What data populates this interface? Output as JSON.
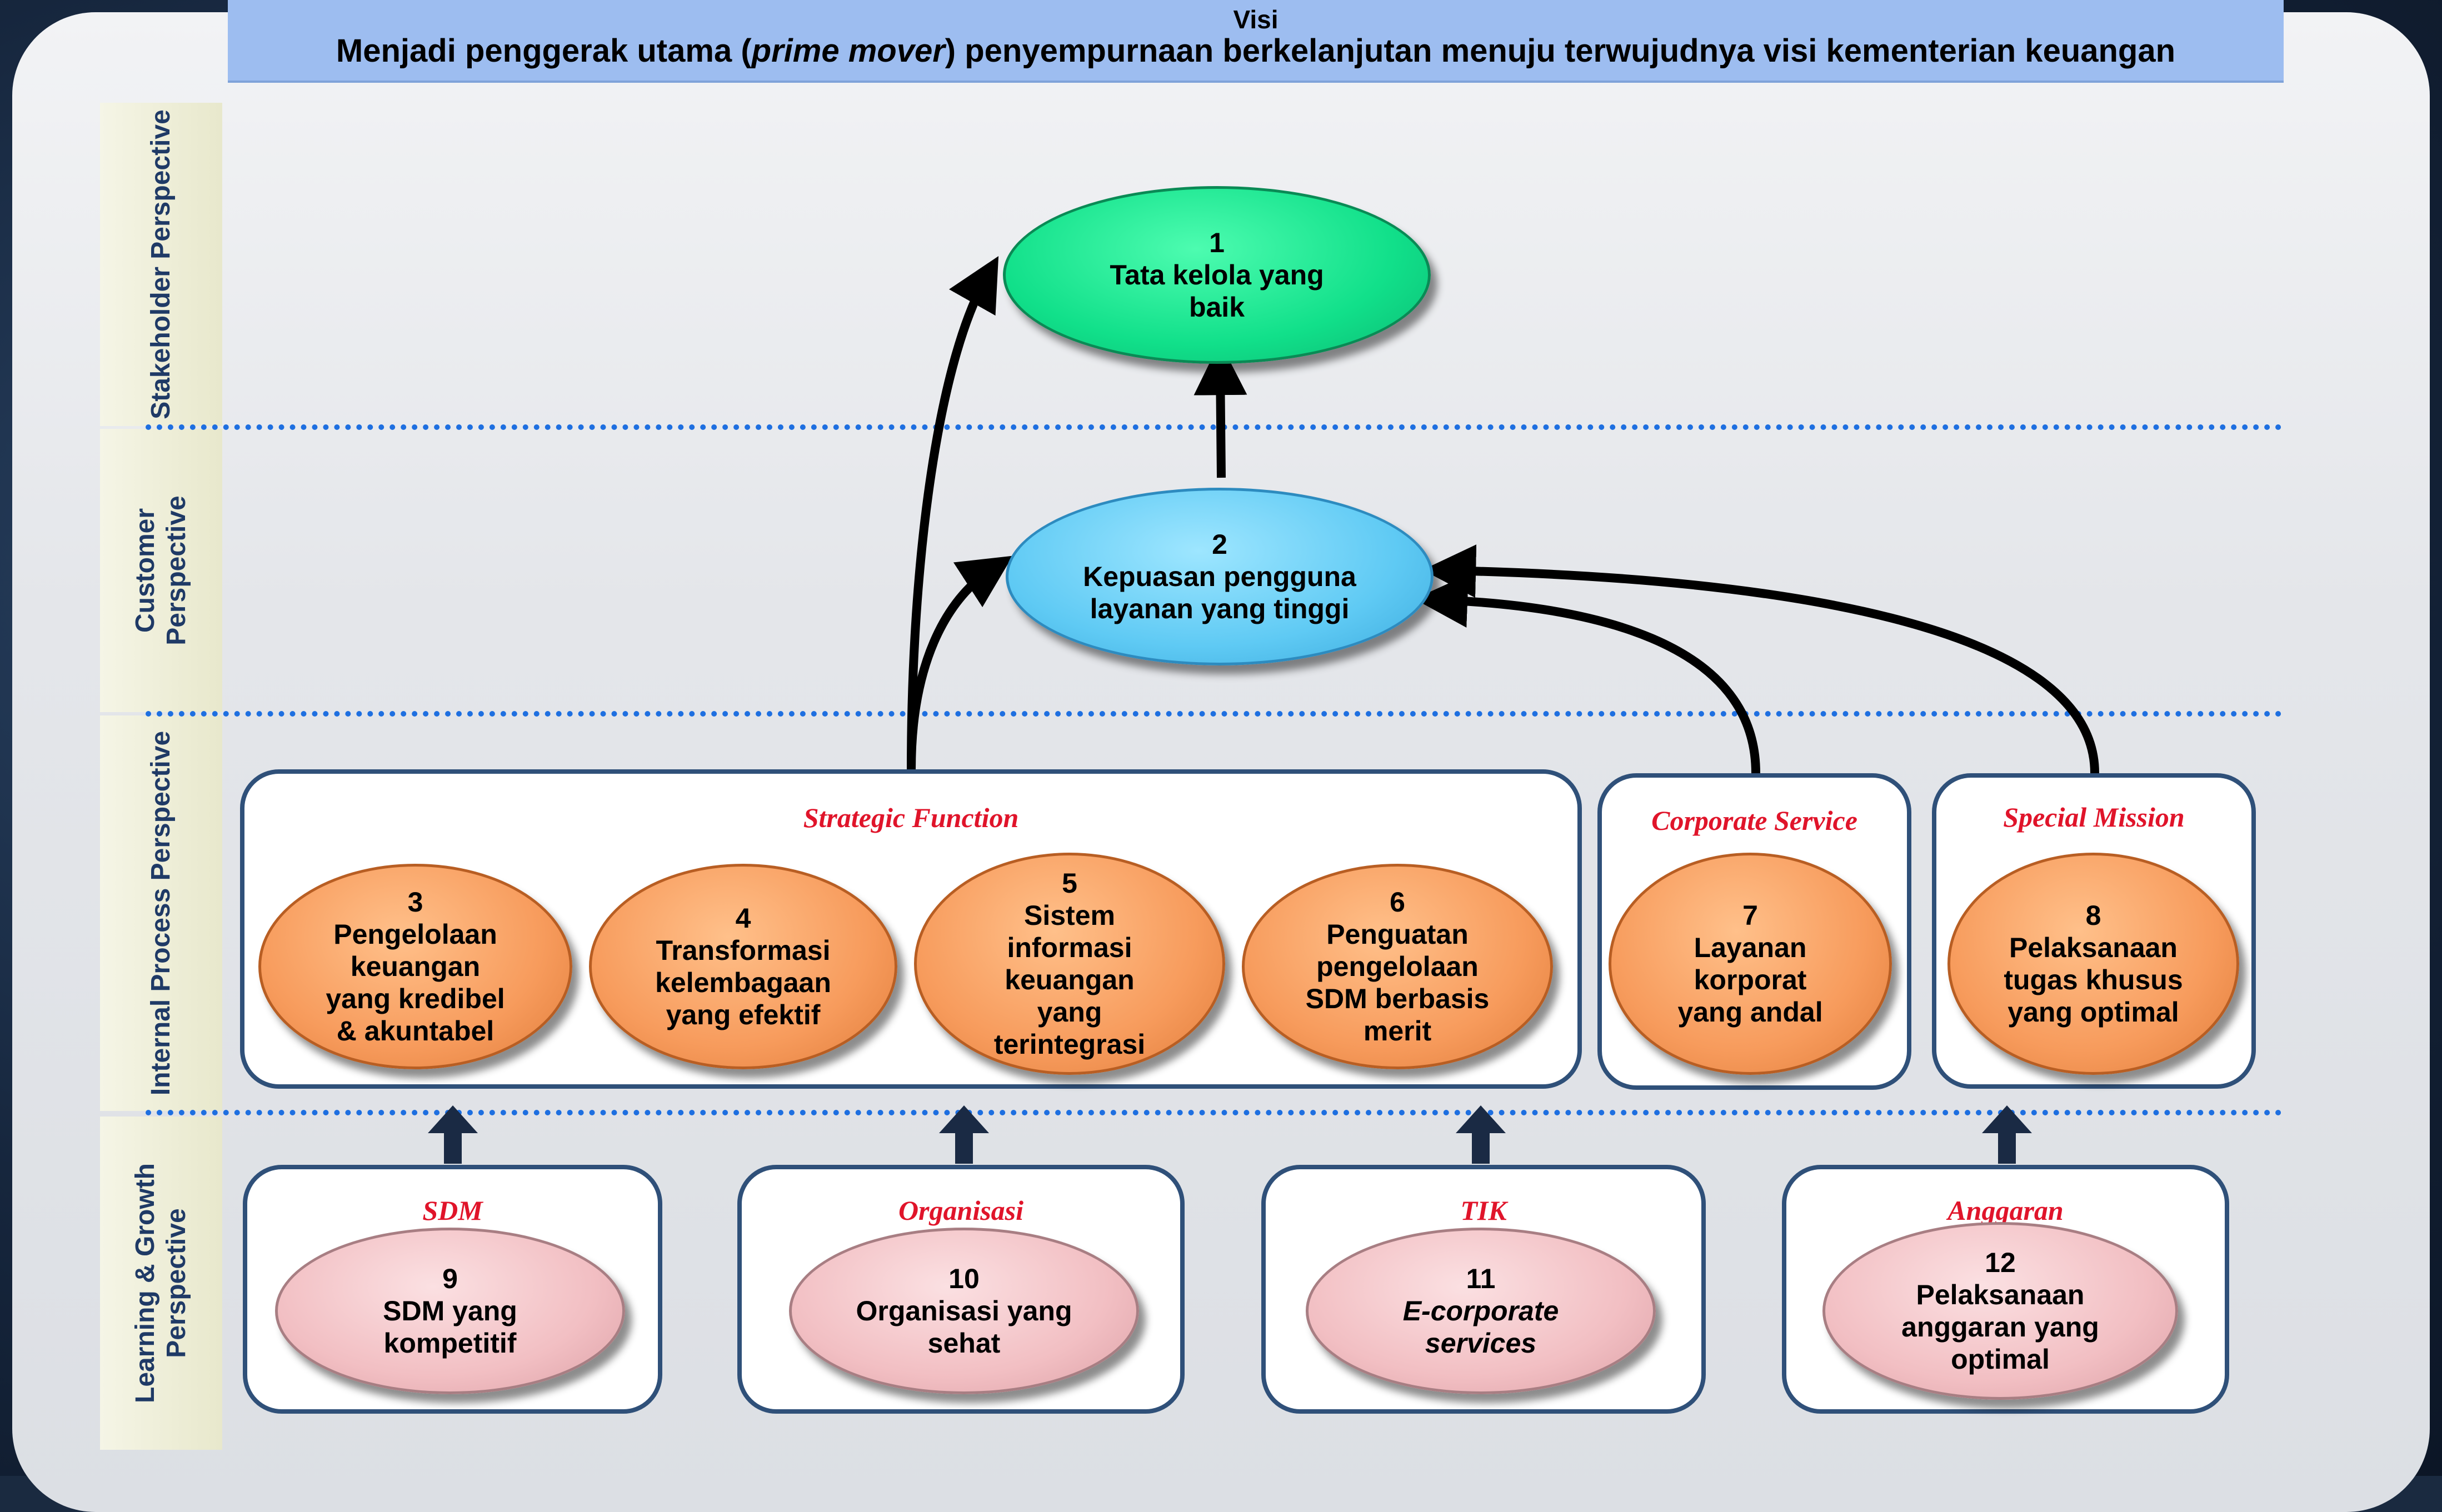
{
  "visi": {
    "label": "Visi",
    "text_before": "Menjadi penggerak utama  (",
    "text_italic": "prime mover",
    "text_after": ") penyempurnaan berkelanjutan menuju terwujudnya visi kementerian keuangan"
  },
  "perspectives": {
    "stakeholder": "Stakeholder Perspective",
    "customer_1": "Customer",
    "customer_2": "Perspective",
    "internal": "Internal Process Perspective",
    "learning_1": "Learning & Growth",
    "learning_2": "Perspective"
  },
  "groups": {
    "strategic": "Strategic Function",
    "corporate": "Corporate Service",
    "special": "Special Mission",
    "sdm": "SDM",
    "organisasi": "Organisasi",
    "tik": "TIK",
    "anggaran": "Anggaran"
  },
  "objectives": [
    {
      "num": "1",
      "lines": [
        "Tata kelola yang",
        "baik"
      ]
    },
    {
      "num": "2",
      "lines": [
        "Kepuasan pengguna",
        "layanan yang tinggi"
      ]
    },
    {
      "num": "3",
      "lines": [
        "Pengelolaan",
        "keuangan",
        "yang kredibel",
        "& akuntabel"
      ]
    },
    {
      "num": "4",
      "lines": [
        "Transformasi",
        "kelembagaan",
        "yang efektif"
      ]
    },
    {
      "num": "5",
      "lines": [
        "Sistem",
        "informasi",
        "keuangan",
        "yang",
        "terintegrasi"
      ]
    },
    {
      "num": "6",
      "lines": [
        "Penguatan",
        "pengelolaan",
        "SDM berbasis",
        "merit"
      ]
    },
    {
      "num": "7",
      "lines": [
        "Layanan",
        "korporat",
        "yang andal"
      ]
    },
    {
      "num": "8",
      "lines": [
        "Pelaksanaan",
        "tugas khusus",
        "yang optimal"
      ]
    },
    {
      "num": "9",
      "lines": [
        "SDM yang",
        "kompetitif"
      ]
    },
    {
      "num": "10",
      "lines": [
        "Organisasi yang",
        "sehat"
      ]
    },
    {
      "num": "11",
      "lines": [
        "E-corporate",
        "services"
      ]
    },
    {
      "num": "12",
      "lines": [
        "Pelaksanaan",
        "anggaran yang",
        "optimal"
      ]
    }
  ],
  "colors": {
    "green": "#11e08a",
    "blue": "#5fcaf4",
    "orange": "#f79b5c",
    "pink": "#f2bfc3",
    "group_title": "#e0142a",
    "box_border": "#2f5079",
    "dotted_line": "#1e6fe0",
    "visi_bar": "#9dbdf0"
  }
}
